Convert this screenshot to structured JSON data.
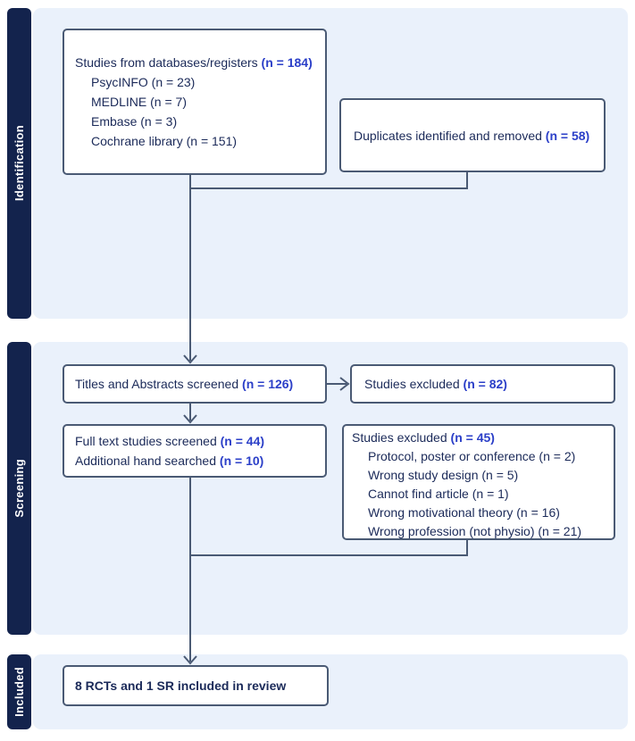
{
  "palette": {
    "sidebar_bg": "#13234d",
    "panel_bg": "#eaf1fb",
    "box_border": "#4a5a74",
    "text_dark": "#1b2a59",
    "value_blue": "#2b3fc8",
    "connector": "#4a5a74"
  },
  "sections": {
    "identification": {
      "label": "Identification"
    },
    "screening": {
      "label": "Screening"
    },
    "included": {
      "label": "Included"
    }
  },
  "boxes": {
    "databases": {
      "title": "Studies from databases/registers",
      "value": "(n = 184)",
      "items": [
        "PsycINFO (n = 23)",
        "MEDLINE (n = 7)",
        "Embase (n = 3)",
        "Cochrane library (n = 151)"
      ]
    },
    "duplicates": {
      "title": "Duplicates identified and removed",
      "value": "(n = 58)"
    },
    "titles_screened": {
      "title": "Titles and Abstracts screened",
      "value": "(n = 126)"
    },
    "excluded_titles": {
      "title": "Studies excluded",
      "value": "(n = 82)"
    },
    "full_text": {
      "lines": [
        {
          "title": "Full text studies screened",
          "value": "(n = 44)"
        },
        {
          "title": "Additional hand searched",
          "value": "(n = 10)"
        }
      ]
    },
    "excluded_full_text": {
      "title": "Studies excluded",
      "value": "(n = 45)",
      "items": [
        "Protocol, poster or conference  (n = 2)",
        "Wrong study design (n = 5)",
        "Cannot find article (n = 1)",
        "Wrong motivational theory (n = 16)",
        "Wrong profession (not physio) (n = 21)"
      ]
    },
    "included_result": {
      "title": "8 RCTs and 1 SR included in review"
    }
  }
}
